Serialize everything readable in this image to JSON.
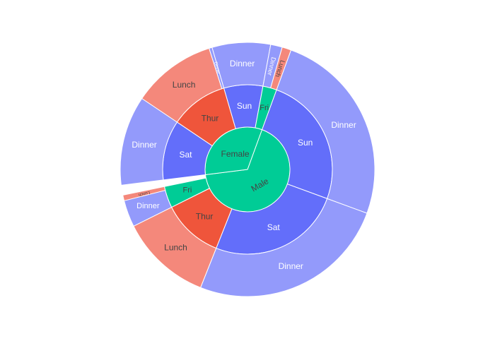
{
  "chart_data": {
    "type": "sunburst",
    "title": "",
    "colors": {
      "sex": "#00cc96",
      "day_Sun": "#636efa",
      "day_Sat": "#636efa",
      "day_Thur": "#ef553b",
      "day_Fri": "#00cc96",
      "time_Dinner": "#939afb",
      "time_Lunch": "#f4887b",
      "label_light": "#ffffff",
      "label_dark": "#444444"
    },
    "hierarchy": [
      {
        "name": "Male",
        "value": 3256.82,
        "children": [
          {
            "name": "Sun",
            "value": 1209.0,
            "children": [
              {
                "name": "Dinner",
                "value": 1209.0
              }
            ]
          },
          {
            "name": "Sat",
            "value": 1227.0,
            "children": [
              {
                "name": "Dinner",
                "value": 1227.0
              }
            ]
          },
          {
            "name": "Thur",
            "value": 561.44,
            "children": [
              {
                "name": "Lunch",
                "value": 561.44
              }
            ]
          },
          {
            "name": "Fri",
            "value": 198.57,
            "children": [
              {
                "name": "Dinner",
                "value": 164.0
              },
              {
                "name": "Lunch",
                "value": 34.57
              }
            ]
          }
        ]
      },
      {
        "name": "Female",
        "value": 1570.95,
        "children": [
          {
            "name": "Sat",
            "value": 551.05,
            "children": [
              {
                "name": "Dinner",
                "value": 551.05
              }
            ]
          },
          {
            "name": "Thur",
            "value": 534.89,
            "children": [
              {
                "name": "Lunch",
                "value": 516.11
              },
              {
                "name": "Dinner",
                "value": 18.78
              }
            ]
          },
          {
            "name": "Sun",
            "value": 357.7,
            "children": [
              {
                "name": "Dinner",
                "value": 357.7
              }
            ]
          },
          {
            "name": "Fri",
            "value": 127.31,
            "children": [
              {
                "name": "Dinner",
                "value": 71.34
              },
              {
                "name": "Lunch",
                "value": 55.97
              }
            ]
          }
        ]
      }
    ]
  }
}
